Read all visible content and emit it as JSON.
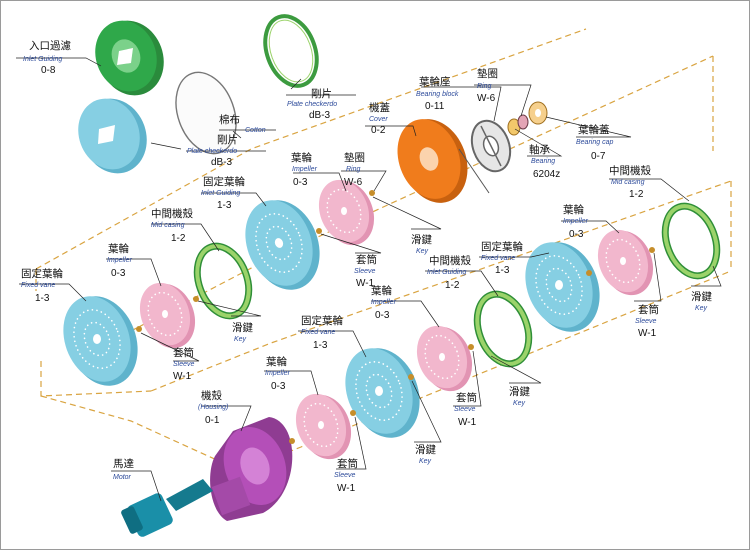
{
  "parts": {
    "inlet_guide": {
      "cn": "入口過濾",
      "en": "Inlet Guiding",
      "code": "0-8"
    },
    "cotton": {
      "cn": "棉布",
      "en": "Cotton"
    },
    "plate_top": {
      "cn": "剛片",
      "en": "Plate checkerdo",
      "code": "dB-3"
    },
    "plate_left": {
      "cn": "剛片",
      "en": "Plate checkerdo",
      "code": "dB-3"
    },
    "cover": {
      "cn": "機蓋",
      "en": "Cover",
      "code": "0-2"
    },
    "bearing_block": {
      "cn": "葉輪座",
      "en": "Bearing block",
      "code": "0-11"
    },
    "ring_top": {
      "cn": "墊圈",
      "en": "Ring",
      "code": "W-6"
    },
    "bearing_cap": {
      "cn": "葉輪蓋",
      "en": "Bearing cap",
      "code": "0-7"
    },
    "bearing": {
      "cn": "軸承",
      "en": "Bearing",
      "code": "6204z"
    },
    "impeller_a": {
      "cn": "葉輪",
      "en": "Impeller",
      "code": "0-3"
    },
    "ring_mid": {
      "cn": "墊圈",
      "en": "Ring",
      "code": "W-6"
    },
    "key_a": {
      "cn": "滑鍵",
      "en": "Key"
    },
    "sleeve_a": {
      "cn": "套筒",
      "en": "Sleeve",
      "code": "W-1"
    },
    "inlet_a": {
      "cn": "固定葉輪",
      "en": "Inlet Guiding",
      "code": "1-3"
    },
    "mid_casing_a": {
      "cn": "中間機殼",
      "en": "Mid casing",
      "code": "1-2"
    },
    "impeller_b": {
      "cn": "葉輪",
      "en": "Impeller",
      "code": "0-3"
    },
    "fixed_vane_b": {
      "cn": "固定葉輪",
      "en": "Fixed vane",
      "code": "1-3"
    },
    "key_b": {
      "cn": "滑鍵",
      "en": "Key"
    },
    "sleeve_b": {
      "cn": "套筒",
      "en": "Sleeve",
      "code": "W-1"
    },
    "mid_casing_r": {
      "cn": "中間機殼",
      "en": "Mid casing",
      "code": "1-2"
    },
    "impeller_r": {
      "cn": "葉輪",
      "en": "Impeller",
      "code": "0-3"
    },
    "fixed_vane_r": {
      "cn": "固定葉輪",
      "en": "Fixed vane",
      "code": "1-3"
    },
    "key_r": {
      "cn": "滑鍵",
      "en": "Key"
    },
    "sleeve_r": {
      "cn": "套筒",
      "en": "Sleeve",
      "code": "W-1"
    },
    "inlet_c": {
      "cn": "中間機殼",
      "en": "Inlet Guiding",
      "code": "1-2"
    },
    "impeller_c": {
      "cn": "葉輪",
      "en": "Impeller",
      "code": "0-3"
    },
    "key_c": {
      "cn": "滑鍵",
      "en": "Key"
    },
    "sleeve_c": {
      "cn": "套筒",
      "en": "Sleeve",
      "code": "W-1"
    },
    "fixed_vane_d": {
      "cn": "固定葉輪",
      "en": "Fixed vane",
      "code": "1-3"
    },
    "impeller_d": {
      "cn": "葉輪",
      "en": "Impeller",
      "code": "0-3"
    },
    "key_d": {
      "cn": "滑鍵",
      "en": "Key"
    },
    "sleeve_d": {
      "cn": "套筒",
      "en": "Sleeve",
      "code": "W-1"
    },
    "housing": {
      "cn": "機殼",
      "en": "(Housing)",
      "code": "0-1"
    },
    "motor": {
      "cn": "馬達",
      "en": "Motor"
    }
  },
  "colors": {
    "green": "#2fa84a",
    "light_green": "#9bd36a",
    "blue": "#86cfe3",
    "pink": "#f2b7cd",
    "orange": "#f07c1c",
    "purple": "#b44fb8",
    "motor": "#1a8fa8",
    "axis": "#d9a441"
  }
}
